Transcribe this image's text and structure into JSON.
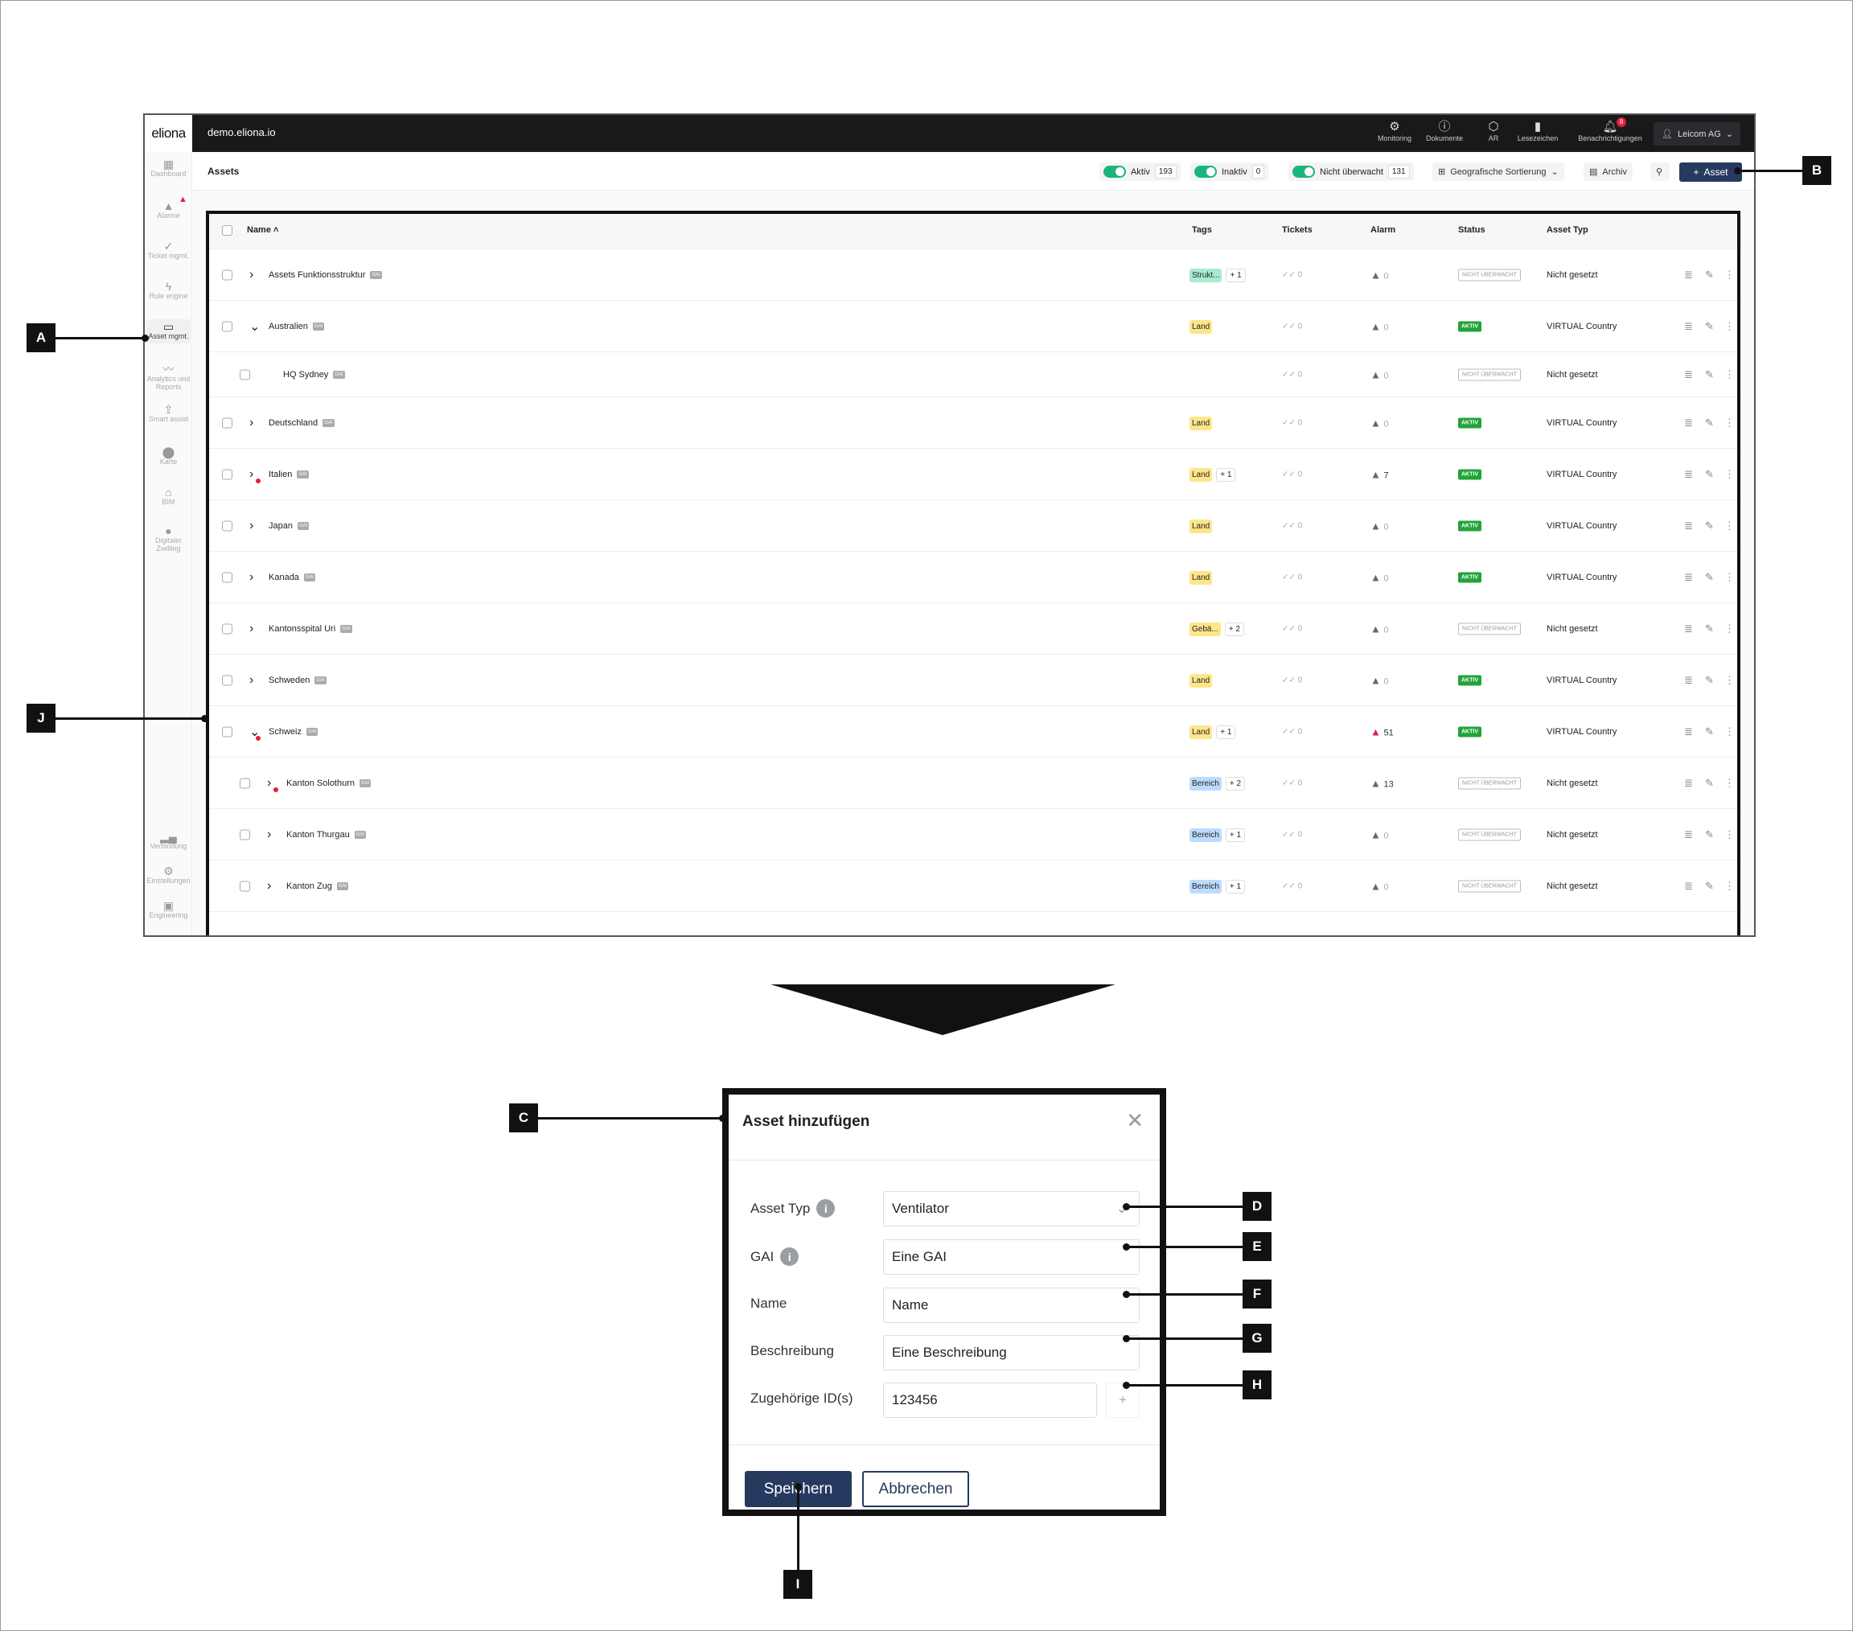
{
  "topbar": {
    "logo": "eliona",
    "domain": "demo.eliona.io",
    "icons": [
      {
        "label": "Monitoring",
        "icon": "monitoring-icon"
      },
      {
        "label": "Dokumente",
        "icon": "info-icon"
      },
      {
        "label": "AR",
        "icon": "ar-icon"
      },
      {
        "label": "Lesezeichen",
        "icon": "bookmark-icon"
      },
      {
        "label": "Benachrichtigungen",
        "icon": "bell-icon",
        "badge": "8"
      }
    ],
    "user": "Leicom AG"
  },
  "sidebar": {
    "items": [
      "Dashboard",
      "Alarme",
      "Ticket mgmt.",
      "Rule engine",
      "Asset mgmt.",
      "Analytics und Reports",
      "Smart assist",
      "Karte",
      "BIM",
      "Digitaler Zwilling"
    ],
    "bottom": [
      "Verbindung",
      "Einstellungen",
      "Engineering"
    ],
    "alarm_badge": "!"
  },
  "toolbar": {
    "title": "Assets",
    "filters": [
      {
        "label": "Aktiv",
        "count": "193"
      },
      {
        "label": "Inaktiv",
        "count": "0"
      },
      {
        "label": "Nicht überwacht",
        "count": "131"
      }
    ],
    "sort": "Geografische Sortierung",
    "archive": "Archiv",
    "add": "Asset"
  },
  "table": {
    "headers": {
      "name": "Name",
      "tags": "Tags",
      "tickets": "Tickets",
      "alarm": "Alarm",
      "status": "Status",
      "type": "Asset Typ"
    },
    "gai": "GAI",
    "rows": [
      {
        "name": "Assets Funktionsstruktur",
        "level": 0,
        "chevron": "right",
        "dot": false,
        "tag": "Strukt...",
        "tagColor": "#a6ecd0",
        "more": "+ 1",
        "tickets": "0",
        "alarm": "0",
        "alarmRed": false,
        "status": "NICHT ÜBERWACHT",
        "type": "Nicht gesetzt"
      },
      {
        "name": "Australien",
        "level": 0,
        "chevron": "down",
        "dot": false,
        "tag": "Land",
        "tagColor": "#fde68a",
        "more": "",
        "tickets": "0",
        "alarm": "0",
        "alarmRed": false,
        "status": "AKTIV",
        "type": "VIRTUAL Country"
      },
      {
        "name": "HQ Sydney",
        "level": 1,
        "chevron": "",
        "dot": false,
        "tag": "",
        "tagColor": "",
        "more": "",
        "tickets": "0",
        "alarm": "0",
        "alarmRed": false,
        "status": "NICHT ÜBERWACHT",
        "type": "Nicht gesetzt"
      },
      {
        "name": "Deutschland",
        "level": 0,
        "chevron": "right",
        "dot": false,
        "tag": "Land",
        "tagColor": "#fde68a",
        "more": "",
        "tickets": "0",
        "alarm": "0",
        "alarmRed": false,
        "status": "AKTIV",
        "type": "VIRTUAL Country"
      },
      {
        "name": "Italien",
        "level": 0,
        "chevron": "right",
        "dot": true,
        "tag": "Land",
        "tagColor": "#fde68a",
        "more": "+ 1",
        "tickets": "0",
        "alarm": "7",
        "alarmRed": false,
        "status": "AKTIV",
        "type": "VIRTUAL Country"
      },
      {
        "name": "Japan",
        "level": 0,
        "chevron": "right",
        "dot": false,
        "tag": "Land",
        "tagColor": "#fde68a",
        "more": "",
        "tickets": "0",
        "alarm": "0",
        "alarmRed": false,
        "status": "AKTIV",
        "type": "VIRTUAL Country"
      },
      {
        "name": "Kanada",
        "level": 0,
        "chevron": "right",
        "dot": false,
        "tag": "Land",
        "tagColor": "#fde68a",
        "more": "",
        "tickets": "0",
        "alarm": "0",
        "alarmRed": false,
        "status": "AKTIV",
        "type": "VIRTUAL Country"
      },
      {
        "name": "Kantonsspital Uri",
        "level": 0,
        "chevron": "right",
        "dot": false,
        "tag": "Gebä...",
        "tagColor": "#fde68a",
        "more": "+ 2",
        "tickets": "0",
        "alarm": "0",
        "alarmRed": false,
        "status": "NICHT ÜBERWACHT",
        "type": "Nicht gesetzt"
      },
      {
        "name": "Schweden",
        "level": 0,
        "chevron": "right",
        "dot": false,
        "tag": "Land",
        "tagColor": "#fde68a",
        "more": "",
        "tickets": "0",
        "alarm": "0",
        "alarmRed": false,
        "status": "AKTIV",
        "type": "VIRTUAL Country"
      },
      {
        "name": "Schweiz",
        "level": 0,
        "chevron": "down",
        "dot": true,
        "tag": "Land",
        "tagColor": "#fde68a",
        "more": "+ 1",
        "tickets": "0",
        "alarm": "51",
        "alarmRed": true,
        "status": "AKTIV",
        "type": "VIRTUAL Country"
      },
      {
        "name": "Kanton Solothurn",
        "level": 1,
        "chevron": "right",
        "dot": true,
        "tag": "Bereich",
        "tagColor": "#bcdcff",
        "more": "+ 2",
        "tickets": "0",
        "alarm": "13",
        "alarmRed": false,
        "status": "NICHT ÜBERWACHT",
        "type": "Nicht gesetzt"
      },
      {
        "name": "Kanton Thurgau",
        "level": 1,
        "chevron": "right",
        "dot": false,
        "tag": "Bereich",
        "tagColor": "#bcdcff",
        "more": "+ 1",
        "tickets": "0",
        "alarm": "0",
        "alarmRed": false,
        "status": "NICHT ÜBERWACHT",
        "type": "Nicht gesetzt"
      },
      {
        "name": "Kanton Zug",
        "level": 1,
        "chevron": "right",
        "dot": false,
        "tag": "Bereich",
        "tagColor": "#bcdcff",
        "more": "+ 1",
        "tickets": "0",
        "alarm": "0",
        "alarmRed": false,
        "status": "NICHT ÜBERWACHT",
        "type": "Nicht gesetzt"
      }
    ]
  },
  "modal": {
    "title": "Asset hinzufügen",
    "fields": [
      {
        "label": "Asset Typ",
        "value": "Ventilator",
        "info": true
      },
      {
        "label": "GAI",
        "value": "Eine GAI",
        "info": true
      },
      {
        "label": "Name",
        "value": "Name",
        "info": false
      },
      {
        "label": "Beschreibung",
        "value": "Eine Beschreibung",
        "info": false
      },
      {
        "label": "Zugehörige ID(s)",
        "value": "123456",
        "info": false
      }
    ],
    "save": "Speichern",
    "cancel": "Abbrechen"
  },
  "callouts": {
    "A": "A",
    "B": "B",
    "C": "C",
    "D": "D",
    "E": "E",
    "F": "F",
    "G": "G",
    "H": "H",
    "I": "I",
    "J": "J"
  },
  "colors": {
    "primary": "#253a5e",
    "active": "#22a33a",
    "alarm": "#e0203b",
    "toggle": "#1bb57c"
  }
}
